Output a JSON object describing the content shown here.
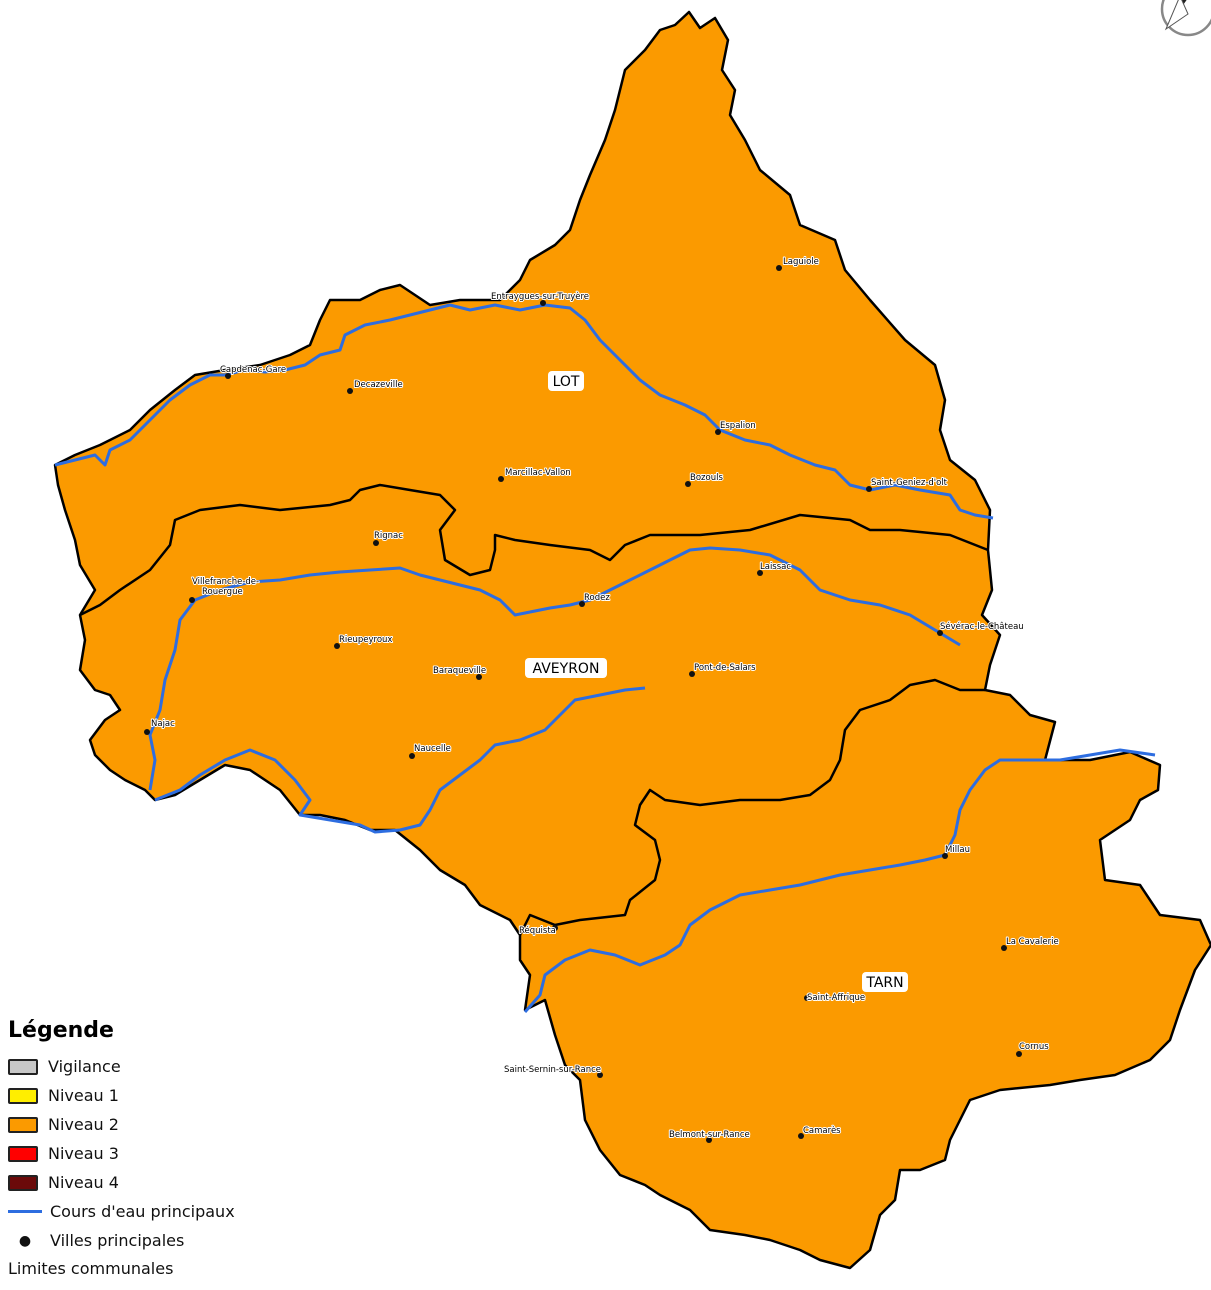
{
  "zones": [
    {
      "name": "LOT"
    },
    {
      "name": "AVEYRON"
    },
    {
      "name": "TARN"
    }
  ],
  "colors": {
    "area_fill": "#fb9a00",
    "border": "#000000",
    "river": "#2d6de0",
    "background": "#ffffff"
  },
  "cities": [
    {
      "name": "Laguiole"
    },
    {
      "name": "Entraygues-sur-Truyère"
    },
    {
      "name": "Capdenac-Gare"
    },
    {
      "name": "Decazeville"
    },
    {
      "name": "Espalion"
    },
    {
      "name": "Marcillac-Vallon"
    },
    {
      "name": "Bozouls"
    },
    {
      "name": "Saint-Geniez-d'olt"
    },
    {
      "name": "Rignac"
    },
    {
      "name": "Villefranche-de-"
    },
    {
      "name": "Rouergue"
    },
    {
      "name": "Rodez"
    },
    {
      "name": "Laissac"
    },
    {
      "name": "Sévérac-le-Château"
    },
    {
      "name": "Rieupeyroux"
    },
    {
      "name": "Baraqueville"
    },
    {
      "name": "Pont-de-Salars"
    },
    {
      "name": "Najac"
    },
    {
      "name": "Naucelle"
    },
    {
      "name": "Millau"
    },
    {
      "name": "Réquista"
    },
    {
      "name": "La Cavalerie"
    },
    {
      "name": "Saint-Affrique"
    },
    {
      "name": "Cornus"
    },
    {
      "name": "Saint-Sernin-sur-Rance"
    },
    {
      "name": "Camarès"
    },
    {
      "name": "Belmont-sur-Rance"
    }
  ],
  "legend": {
    "title": "Légende",
    "items": [
      {
        "label": "Vigilance",
        "color": "#c8c8c8"
      },
      {
        "label": "Niveau 1",
        "color": "#ffee00"
      },
      {
        "label": "Niveau 2",
        "color": "#fb9a00"
      },
      {
        "label": "Niveau 3",
        "color": "#ff0000"
      },
      {
        "label": "Niveau 4",
        "color": "#6b0a0a"
      }
    ],
    "rivers_label": "Cours d'eau principaux",
    "cities_label": "Villes principales",
    "footer": "Limites communales"
  },
  "north_arrow_icon": "north-arrow-icon"
}
